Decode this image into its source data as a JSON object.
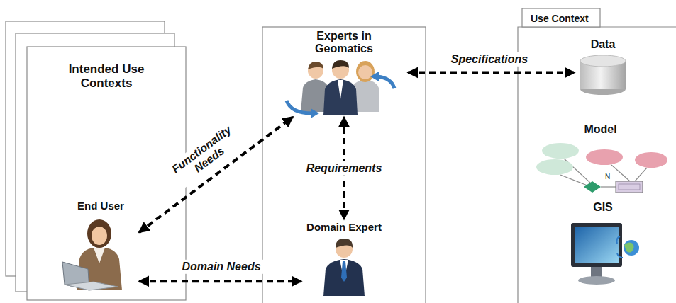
{
  "diagram": {
    "nodes": [
      {
        "text": [
          "Intended Use Contexts"
        ]
      },
      {
        "text": [
          "End User"
        ],
        "in": 0
      },
      {
        "text": [
          "Experts in Geomatics"
        ]
      },
      {
        "text": [
          "Domain Expert"
        ]
      },
      {
        "text": [
          "Use Context"
        ]
      },
      {
        "text": [
          "Data"
        ],
        "in": 4
      },
      {
        "text": [
          "Model"
        ],
        "in": 4
      },
      {
        "text": [
          "GIS"
        ],
        "in": 4
      }
    ],
    "edges": [
      {
        "from": 2,
        "to": 5,
        "label": "Specifications",
        "arrow": "both"
      },
      {
        "from": 1,
        "to": 2,
        "label": "Functionality Needs",
        "arrow": "both"
      },
      {
        "from": 2,
        "to": 3,
        "label": "Requirements",
        "arrow": "both"
      },
      {
        "from": 1,
        "to": 3,
        "label": "Domain Needs",
        "arrow": "both"
      }
    ],
    "labels": [
      "N"
    ]
  }
}
